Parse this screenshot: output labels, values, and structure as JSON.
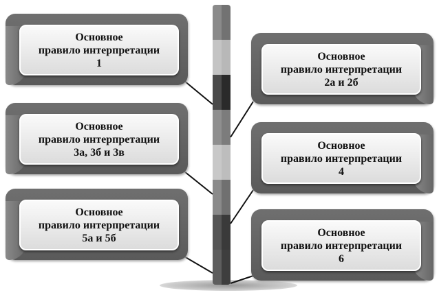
{
  "rules": [
    {
      "line1": "Основное",
      "line2": "правило интерпретации",
      "line3": "1"
    },
    {
      "line1": "Основное",
      "line2": "правило интерпретации",
      "line3": "2а и 2б"
    },
    {
      "line1": "Основное",
      "line2": "правило интерпретации",
      "line3": "3а, 3б и 3в"
    },
    {
      "line1": "Основное",
      "line2": "правило интерпретации",
      "line3": "4"
    },
    {
      "line1": "Основное",
      "line2": "правило интерпретации",
      "line3": "5а и 5б"
    },
    {
      "line1": "Основное",
      "line2": "правило интерпретации",
      "line3": "6"
    }
  ]
}
